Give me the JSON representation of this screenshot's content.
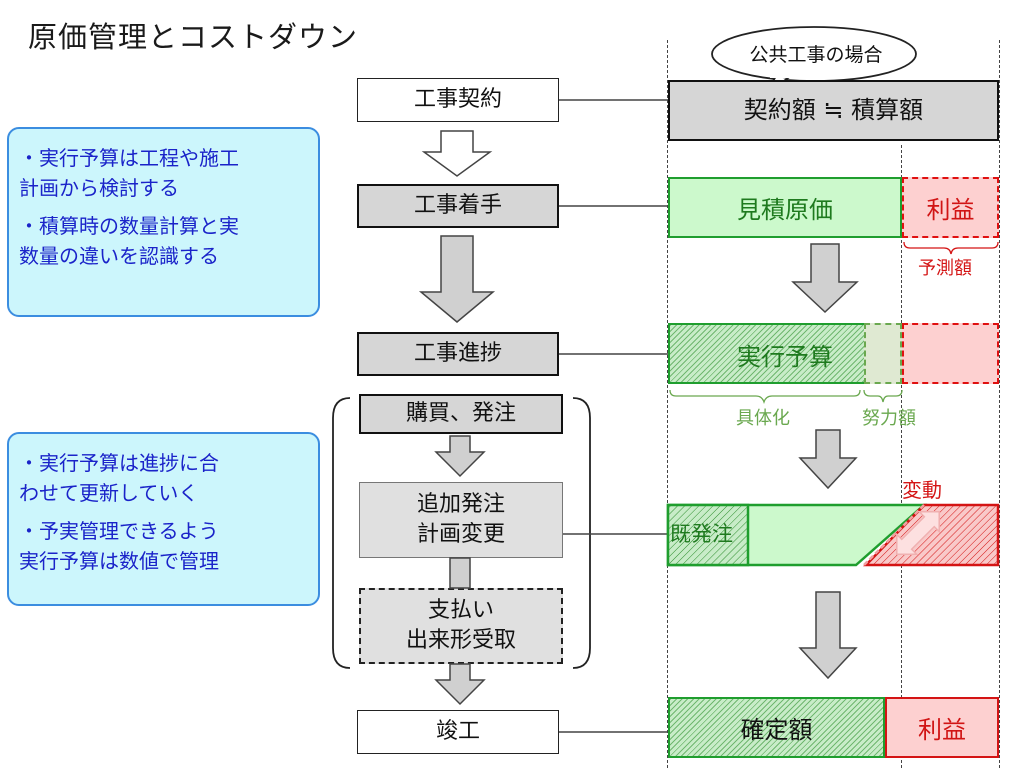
{
  "title": "原価管理とコストダウン",
  "flow": {
    "contract": "工事契約",
    "start": "工事着手",
    "progress": "工事進捗",
    "purchase": "購買、発注",
    "change_line1": "追加発注",
    "change_line2": "計画変更",
    "payment_line1": "支払い",
    "payment_line2": "出来形受取",
    "complete": "竣工"
  },
  "notes": [
    {
      "line1": "・実行予算は工程や施工",
      "line2": "計画から検討する",
      "line3": "・積算時の数量計算と実",
      "line4": "数量の違いを認識する"
    },
    {
      "line1": "・実行予算は進捗に合",
      "line2": "わせて更新していく",
      "line3": "・予実管理できるよう",
      "line4": "実行予算は数値で管理"
    }
  ],
  "right": {
    "bubble": "公共工事の場合",
    "contract_amount": "契約額 ≒ 積算額",
    "estimate_cost": "見積原価",
    "profit": "利益",
    "forecast": "予測額",
    "exec_budget": "実行予算",
    "concrete": "具体化",
    "effort": "努力額",
    "ordered": "既発注",
    "change": "変動",
    "final": "確定額",
    "final_profit": "利益"
  },
  "colors": {
    "note_bg": "#ccf6fc",
    "note_text": "#1a23c9",
    "green": "#1f9e2e",
    "red": "#d41414"
  }
}
